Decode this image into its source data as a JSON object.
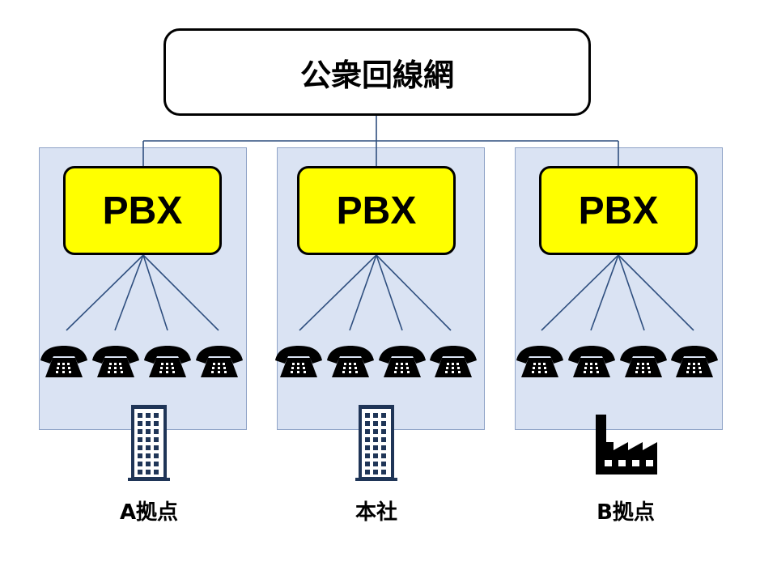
{
  "network": {
    "label": "公衆回線網"
  },
  "sites": [
    {
      "pbx_label": "PBX",
      "site_label": "A拠点",
      "building_icon": "office-building-icon"
    },
    {
      "pbx_label": "PBX",
      "site_label": "本社",
      "building_icon": "office-building-icon"
    },
    {
      "pbx_label": "PBX",
      "site_label": "B拠点",
      "building_icon": "factory-icon"
    }
  ],
  "icons": {
    "phone": "telephone-icon"
  },
  "colors": {
    "panel": "#dae3f3",
    "pbx": "#ffff00",
    "line": "#2f4f7f",
    "stroke": "#000000"
  }
}
